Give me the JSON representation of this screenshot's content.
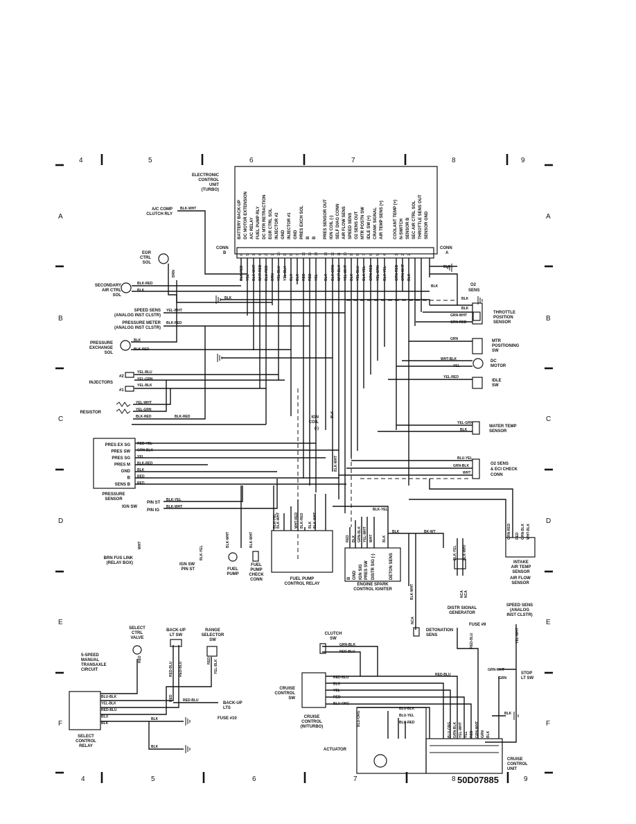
{
  "grid": {
    "cols_top": [
      "4",
      "5",
      "6",
      "7",
      "8",
      "9"
    ],
    "cols_bottom": [
      "4",
      "5",
      "6",
      "7",
      "8",
      "9"
    ],
    "rows": [
      "A",
      "B",
      "C",
      "D",
      "E",
      "F"
    ]
  },
  "ecu": {
    "title": [
      "ELECTRONIC",
      "CONTROL",
      "UNIT",
      "(TURBO)"
    ],
    "conn_b": [
      "CONN",
      "B"
    ],
    "conn_a": [
      "CONN",
      "A"
    ],
    "functions": [
      "BATTERY BACK-UP",
      "DC MOTOR EXTENSION",
      "A/C RELAY",
      "FUEL PUMP RLY",
      "DC MTR RETRACTION",
      "EGR CTRL SOL",
      "INJECTOR #2",
      "GND",
      "INJECTOR #1",
      "GND",
      "PRES EXCH SOL",
      "B",
      "B",
      "PRES SENSOR OUT",
      "IGN COIL (-)",
      "SELF DIAG CONN",
      "AIR FLOW SENS",
      "SPEED SENS",
      "O2 SENS OUT",
      "MTR POSTN SW",
      "IDLE SW (+)",
      "CRANK SIGNAL",
      "AIR TEMP SENS (+)",
      "COOLANT TEMP (+)",
      "N-SWITCH",
      "SENSOR B",
      "SEC AIR CTRL SOL",
      "THROTTLE SENS OUT",
      "SENSOR GND"
    ],
    "pins": [
      "6",
      "5",
      "3",
      "4",
      "2",
      "1",
      "10",
      "9",
      "8",
      "7",
      "16",
      "15",
      "14",
      "13",
      "12",
      "11",
      "10",
      "9",
      "8",
      "7",
      "6",
      "5",
      "4",
      "3",
      "2",
      "1"
    ],
    "wires": [
      "BLK-RED",
      "YEL",
      "BLK-WHT",
      "WHT-RED",
      "BLU-RED",
      "BRN",
      "YEL-BLU",
      "YEL-BLK",
      "BLK",
      "BLK",
      "RED",
      "RED",
      "YEL",
      "BLK",
      "BLK-GRN",
      "WHT-BLK",
      "YEL-WHT",
      "BLK",
      "YEL-BLU",
      "BLK-YEL",
      "GRN-RED",
      "YEL-GRN",
      "BLK-YEL",
      "GRN-RED",
      "GRN-WHT",
      "BLK"
    ]
  },
  "left": {
    "ac_comp": [
      "A/C COMP",
      "CLUTCH RLY"
    ],
    "ac_wire": "BLK-WHT",
    "egr": [
      "EGR",
      "CTRL",
      "SOL"
    ],
    "egr_wire": "BRN",
    "sec_air": [
      "SECONDARY",
      "AIR CTRL",
      "SOL"
    ],
    "sec_air_w1": "BLK-RED",
    "sec_air_w2": "BLK",
    "gnd_blk": "BLK",
    "speed_sens": [
      "SPEED SENS",
      "(ANALOG INST CLSTR)"
    ],
    "speed_wire": "YEL-WHT",
    "pres_meter": [
      "PRESSURE METER",
      "(ANALOG INST CLSTR)"
    ],
    "pres_meter_wire": "BLK-RED",
    "pres_exch": [
      "PRESSURE",
      "EXCHANGE",
      "SOL"
    ],
    "pres_exch_w1": "BLK",
    "pres_exch_w2": "BLK-RED",
    "injectors": "INJECTORS",
    "inj2": "#2",
    "inj1": "#1",
    "inj_w1": "YEL-BLU",
    "inj_w2": "YEL-GRN",
    "inj_w3": "YEL-BLK",
    "resistor": "RESISTOR",
    "res_w1": "YEL-WHT",
    "res_w2": "YEL-GRN",
    "res_w3": "BLK-RED",
    "res_w4": "BLK-RED",
    "pres_sensor_pins": [
      "PRES EX SG",
      "PRES SW",
      "PRES SG",
      "PRES M",
      "GND",
      "B",
      "SENS B"
    ],
    "pres_sensor_wires": [
      "RED-YEL",
      "GRN-BLK",
      "YEL",
      "BLK-RED",
      "BLK",
      "RED",
      "RED"
    ],
    "pres_sensor": [
      "PRESSURE",
      "SENSOR"
    ],
    "ign_sw": "IGN SW",
    "pin_st": "PIN ST",
    "pin_ig": "PIN IG",
    "pin_st_wire": "BLK-YEL",
    "pin_ig_wire": "BLK-WHT",
    "brn_fus": [
      "BRN FUS LINK",
      "(RELAY BOX)"
    ],
    "brn_wire": "WHT",
    "ign_sw_pin": [
      "IGN SW",
      "PIN ST"
    ],
    "ign_sw_pin_wire": "BLK-YEL"
  },
  "center": {
    "ign_coil": [
      "IGN",
      "COIL",
      "(-)"
    ],
    "ign_coil_w1": "BLK",
    "ign_coil_w2": "BLK-WHT",
    "fuel_pump": [
      "FUEL",
      "PUMP"
    ],
    "fuel_pump_wire": "BLK-WHT",
    "fp_check": [
      "FUEL",
      "PUMP",
      "CHECK",
      "CONN"
    ],
    "fp_check_wire": "BLK-WHT",
    "fp_relay": [
      "FUEL PUMP",
      "CONTROL RELAY"
    ],
    "fp_relay_wires": [
      "BLK-YEL",
      "BLK-WHT",
      "WHT-RED",
      "BLK-RED",
      "BLK",
      "BLK-WHT"
    ],
    "igniter": [
      "ENGINE SPARK",
      "CONTROL IGNITER"
    ],
    "igniter_pins": [
      "B",
      "GND",
      "IGN SIG",
      "PRES SW",
      "DISTR SIG (-)",
      "DETON SENS"
    ],
    "igniter_wires": [
      "RED",
      "BLK",
      "GRN-BLK",
      "YEL-WHT",
      "WHT",
      "BLK"
    ],
    "igniter_top": "BLK-YEL",
    "blk_wt": [
      "BLK",
      "BK-WT"
    ],
    "distr": [
      "DISTR SIGNAL",
      "GENERATOR"
    ],
    "distr_wires": [
      "BLK-YEL",
      "BLK-WHT",
      "NCA",
      "NCA",
      "BLK-WHT"
    ],
    "deton": [
      "DETONATION",
      "SENS"
    ],
    "deton_wire": "NCA"
  },
  "right": {
    "o2": [
      "O2",
      "SENS"
    ],
    "o2_wire": "BLK",
    "throttle": [
      "THROTTLE",
      "POSITION",
      "SENSOR"
    ],
    "throttle_wires": [
      "BLK",
      "GRN-WHT",
      "GRN-RED"
    ],
    "mtr_pos": [
      "MTR",
      "POSITIONING",
      "SW"
    ],
    "mtr_wire": "GRN",
    "dc_motor": [
      "DC",
      "MOTOR"
    ],
    "dc_w1": "WHT-BLK",
    "dc_w2": "YEL",
    "idle": [
      "IDLE",
      "SW"
    ],
    "idle_wire": "YEL-RED",
    "water": [
      "WATER TEMP",
      "SENSOR"
    ],
    "water_w1": "YEL-GRN",
    "water_w2": "BLK",
    "o2_check": [
      "O2 SENS",
      "& ECI CHECK",
      "CONN"
    ],
    "o2_check_wires": [
      "BLU-YEL",
      "GRN-BLK",
      "WHT"
    ],
    "intake": [
      "INTAKE",
      "AIR TEMP",
      "SENSOR"
    ],
    "air_flow": [
      "AIR FLOW",
      "SENSOR"
    ],
    "air_wires": [
      "GRN-RED",
      "RED",
      "GRN-BLK",
      "WHT-BLK"
    ],
    "gnd_blk": "BLK",
    "gnd_blk2": "BLK",
    "gnd_blk3": "BLK"
  },
  "bottom": {
    "select_valve": [
      "SELECT",
      "CTRL",
      "VALVE"
    ],
    "backup_sw": [
      "BACK-UP",
      "LT SW"
    ],
    "range_sw": [
      "RANGE",
      "SELECTOR",
      "SW"
    ],
    "trans": [
      "5-SPEED",
      "MANUAL",
      "TRANSAXLE",
      "CIRCUIT"
    ],
    "valve_wire": "RED",
    "backup_wires": [
      "RED-BLU",
      "RED-BLU"
    ],
    "range_wires": [
      "RED",
      "YEL-BLK"
    ],
    "relay_pins": [
      "BLU-BLK",
      "YEL-BLK",
      "RED-BLU",
      "BLU",
      "BLK"
    ],
    "relay": [
      "SELECT",
      "CONTROL",
      "RELAY"
    ],
    "red_wire": "RED",
    "backup_lts": [
      "BACK-UP",
      "LTS"
    ],
    "backup_lts_wire": "RED-BLU",
    "fuse10": "FUSE #10",
    "blk1": "BLK",
    "blk2": "BLK",
    "clutch": [
      "CLUTCH",
      "SW"
    ],
    "clutch_w1": "GRN-BLK",
    "clutch_w2": "RED-BLU",
    "cruise_sw": [
      "CRUISE",
      "CONTROL",
      "SW"
    ],
    "cruise_sw_pins": [
      "RED-BLU",
      "BLK",
      "YEL",
      "RED",
      "BLU-ORG"
    ],
    "cruise_main": [
      "CRUISE",
      "CONTROL",
      "(W/TURBO)"
    ],
    "red_blu_long": "RED-BLU",
    "actuator": "ACTUATOR",
    "act_wires": [
      "BLU-ORG",
      "BLU-BLK",
      "BLU-YEL",
      "BLU-RED"
    ],
    "fuse9": "FUSE #9",
    "fuse9_wire": "RED-BLU",
    "speed_sens2": [
      "SPEED SENS",
      "(ANALOG",
      "INST CLSTR)"
    ],
    "speed_wire2": "YEL-WHT",
    "stop_sw": [
      "STOP",
      "LT SW"
    ],
    "stop_w1": "GRN-WHT",
    "stop_w2": "GRN",
    "ccu_wires": [
      "BLU-ORG",
      "GRN-BLK",
      "YEL-WHT",
      "YEL",
      "RED",
      "GRN-WHT",
      "GRN",
      "BLK"
    ],
    "ccu_blk": "BLK",
    "ccu": [
      "CRUISE",
      "CONTROL",
      "UNIT"
    ],
    "code": "50D07885"
  }
}
